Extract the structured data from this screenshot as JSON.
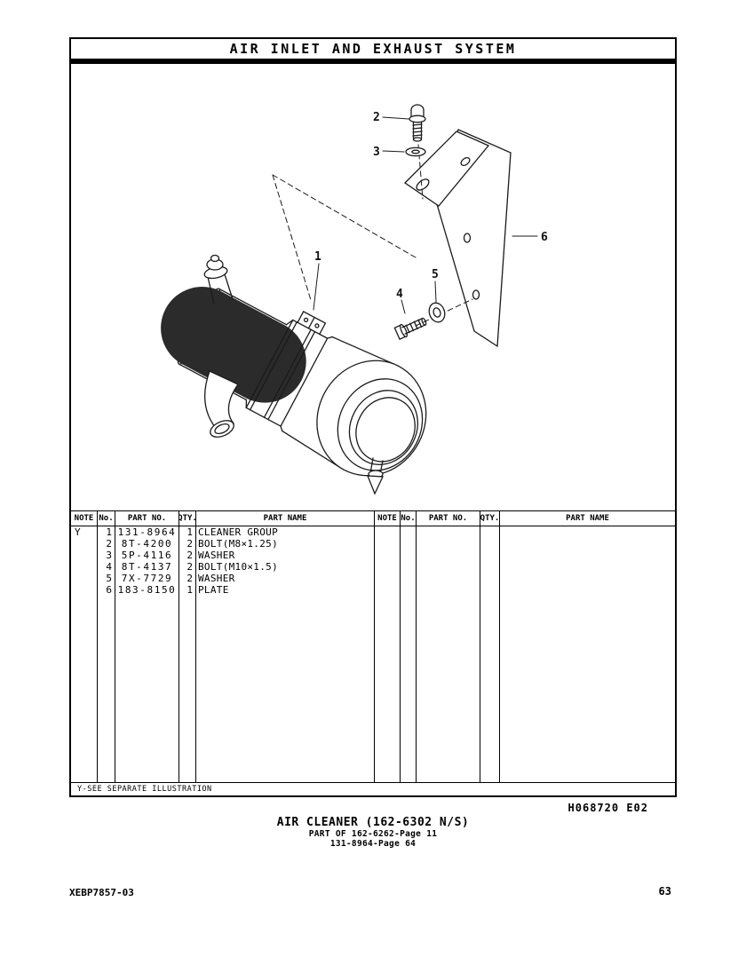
{
  "header": {
    "title": "AIR INLET AND EXHAUST SYSTEM"
  },
  "illustration": {
    "callouts": [
      "1",
      "2",
      "3",
      "4",
      "5",
      "6"
    ]
  },
  "table": {
    "headers": {
      "note": "NOTE",
      "no": "No.",
      "part_no": "PART NO.",
      "qty": "QTY.",
      "part_name": "PART NAME"
    },
    "rows": [
      {
        "note": "Y",
        "no": "1",
        "part_no": "131-8964",
        "qty": "1",
        "part_name": "CLEANER GROUP"
      },
      {
        "note": "",
        "no": "2",
        "part_no": "8T-4200",
        "qty": "2",
        "part_name": "BOLT(M8×1.25)"
      },
      {
        "note": "",
        "no": "3",
        "part_no": "5P-4116",
        "qty": "2",
        "part_name": "WASHER"
      },
      {
        "note": "",
        "no": "4",
        "part_no": "8T-4137",
        "qty": "2",
        "part_name": "BOLT(M10×1.5)"
      },
      {
        "note": "",
        "no": "5",
        "part_no": "7X-7729",
        "qty": "2",
        "part_name": "WASHER"
      },
      {
        "note": "",
        "no": "6",
        "part_no": "183-8150",
        "qty": "1",
        "part_name": "PLATE"
      }
    ],
    "footnote": "Y-SEE SEPARATE ILLUSTRATION"
  },
  "footer": {
    "doc_code": "H068720 E02",
    "caption_title": "AIR CLEANER (162-6302 N/S)",
    "caption_sub1": "PART OF 162-6262-Page 11",
    "caption_sub2": "131-8964-Page 64",
    "form_number": "XEBP7857-03",
    "page_number": "63"
  }
}
